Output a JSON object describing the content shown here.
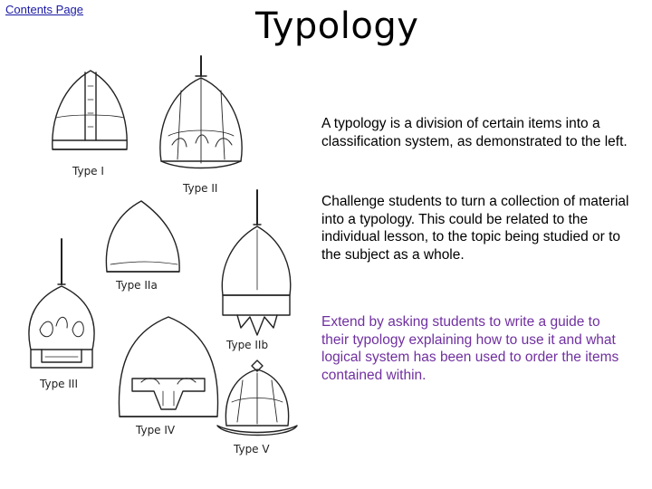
{
  "nav": {
    "contents_link": "Contents Page"
  },
  "slide": {
    "title": "Typology"
  },
  "figure": {
    "labels": {
      "type_1": "Type I",
      "type_2": "Type II",
      "type_2a": "Type IIa",
      "type_2b": "Type IIb",
      "type_3": "Type III",
      "type_4": "Type IV",
      "type_5": "Type V"
    }
  },
  "text": {
    "paragraph_1": "A typology is a division of certain items into a classification system, as demonstrated to the left.",
    "paragraph_2": "Challenge students to turn a collection of material into a typology. This could be related to the individual lesson, to the topic being studied or to the subject as a whole.",
    "paragraph_3": "Extend by asking students to write a guide to their typology explaining how to use it and what logical system has been used to order the items contained within."
  },
  "colors": {
    "link": "#1a1aa6",
    "accent_text": "#7030a0",
    "ink": "#222222"
  }
}
